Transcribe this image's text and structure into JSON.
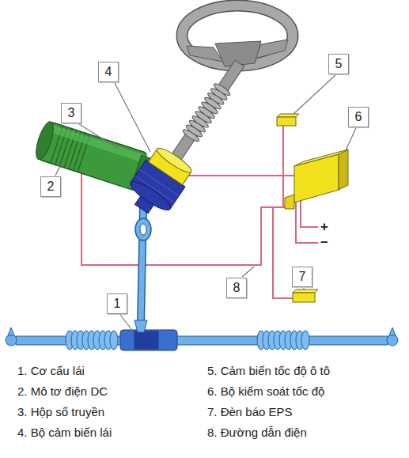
{
  "diagram": {
    "nodes": [
      {
        "text": [
          "5"
        ]
      },
      {
        "text": [
          "4"
        ]
      },
      {
        "text": [
          "3"
        ]
      },
      {
        "text": [
          "6"
        ]
      },
      {
        "text": [
          "2"
        ]
      },
      {
        "text": [
          "7"
        ]
      },
      {
        "text": [
          "8"
        ]
      },
      {
        "text": [
          "1"
        ]
      }
    ],
    "labels": [
      "+",
      "–",
      "1. Cơ cấu lái",
      "5. Cảm biến tốc độ ô tô",
      "2. Mô tơ điện DC",
      "6. Bộ kiểm soát tốc độ",
      "3. Hộp số truyền",
      "7. Đèn báo EPS",
      "4. Bộ cảm biến lái",
      "8. Đường dẫn điện"
    ]
  }
}
